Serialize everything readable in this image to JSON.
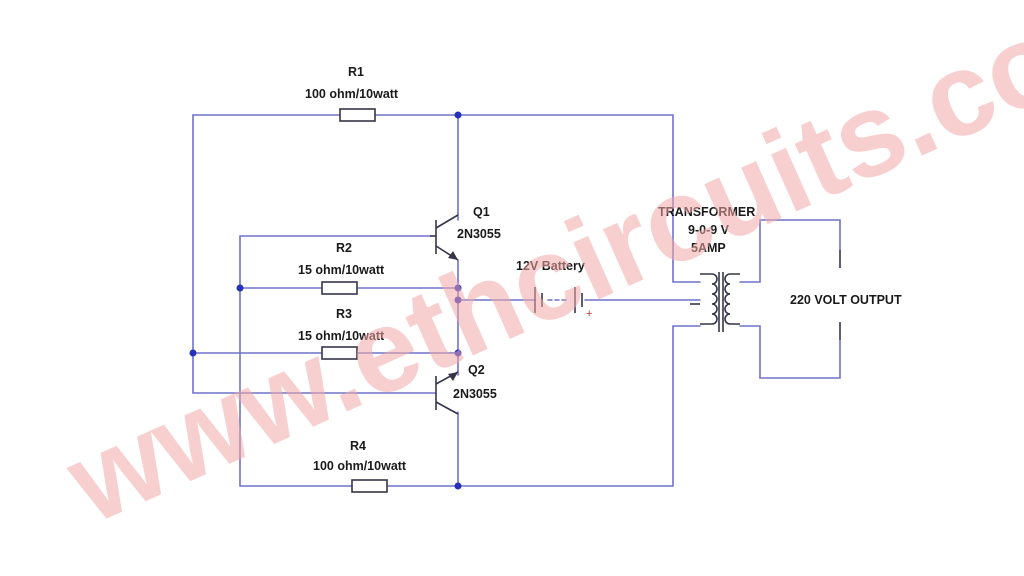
{
  "components": {
    "r1": {
      "name": "R1",
      "value": "100 ohm/10watt"
    },
    "r2": {
      "name": "R2",
      "value": "15 ohm/10watt"
    },
    "r3": {
      "name": "R3",
      "value": "15 ohm/10watt"
    },
    "r4": {
      "name": "R4",
      "value": "100 ohm/10watt"
    },
    "q1": {
      "name": "Q1",
      "part": "2N3055"
    },
    "q2": {
      "name": "Q2",
      "part": "2N3055"
    },
    "battery": {
      "label": "12V Battery",
      "plus": "+"
    },
    "transformer": {
      "line1": "TRANSFORMER",
      "line2": "9-0-9 V",
      "line3": "5AMP"
    },
    "output": {
      "label": "220 VOLT OUTPUT"
    }
  },
  "watermark": "www.ethcircuits.com",
  "colors": {
    "wire": "#6f73c8",
    "junction": "#2630b8",
    "watermark": "#f2a8a8"
  }
}
